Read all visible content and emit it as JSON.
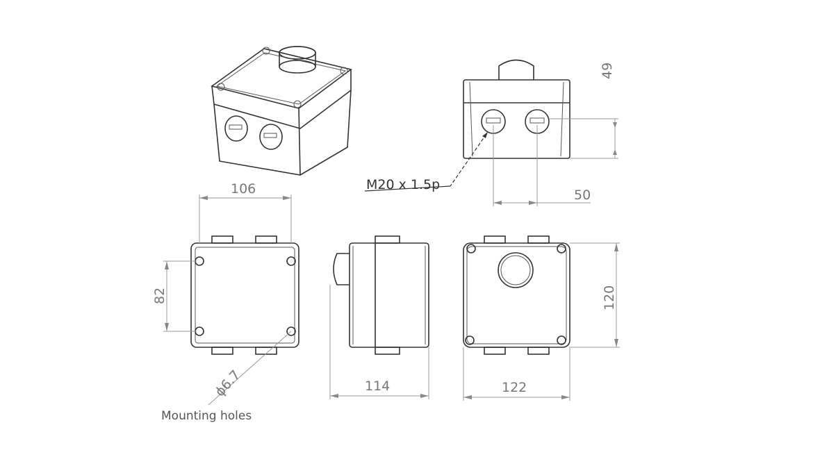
{
  "dimensions": {
    "width_top": "106",
    "hole_spacing": "82",
    "hole_diameter": "ϕ6.7",
    "depth_side": "114",
    "width_front": "122",
    "height_front": "120",
    "height_side": "49",
    "gland_spacing": "50"
  },
  "labels": {
    "mounting_holes": "Mounting holes",
    "gland_thread": "M20 x 1.5p"
  },
  "colors": {
    "line": "#333333",
    "dimension": "#999999"
  }
}
